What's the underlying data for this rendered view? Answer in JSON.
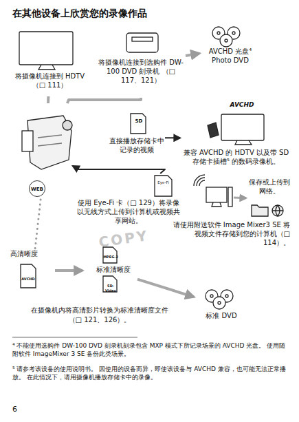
{
  "diagram": {
    "title": "在其他设备上欣赏您的录像作品",
    "nodes": [
      {
        "text": [
          "将摄像机连接到 HDTV（□ 111）"
        ]
      },
      {
        "text": [
          "将摄像机连接到选购件 DW-100 DVD 刻录机 （□ 117、121）"
        ]
      },
      {
        "text": [
          "AVCHD 光盘⁴ Photo DVD"
        ]
      },
      {
        "text": [
          "WEB"
        ]
      },
      {
        "text": [
          "SD",
          "直接播放存储卡中记录的视频"
        ]
      },
      {
        "text": [
          "AVCHD",
          "兼容 AVCHD 的 HDTV 以及带 SD 存储卡插槽⁵ 的数码录像机。"
        ]
      },
      {
        "text": [
          "Eye-Fi",
          "使用 Eye-Fi 卡（□ 129）将录像以无线方式上传到计算机或视频共享网站。"
        ]
      },
      {
        "text": [
          "请使用附送软件 Image Mixer3 SE 将视频文件存储到您的计算机（□ 114）。"
        ]
      },
      {
        "text": [
          "保存或上传到网络。"
        ]
      },
      {
        "text": [
          "高清晰度",
          "AVCHD"
        ]
      },
      {
        "text": [
          "MPEG-2",
          "标准清晰度",
          "SD-Video"
        ]
      },
      {
        "text": [
          "标准 DVD"
        ]
      }
    ],
    "edges": [
      {
        "from": 3,
        "to": 0,
        "arrow": "none"
      },
      {
        "from": 3,
        "to": 1,
        "arrow": "none"
      },
      {
        "from": 1,
        "to": 2,
        "arrow": "to"
      },
      {
        "from": 4,
        "to": 5,
        "arrow": "to"
      },
      {
        "from": 6,
        "to": 3,
        "arrow": "to"
      },
      {
        "from": 7,
        "to": 8,
        "arrow": "to"
      },
      {
        "from": 3,
        "to": 9,
        "arrow": "none"
      },
      {
        "from": 9,
        "to": 10,
        "arrow": "to"
      },
      {
        "from": 10,
        "to": 11,
        "arrow": "to"
      }
    ],
    "labels": [
      "在摄像机内将高清影片转换为标准清晰度文件 （□ 121、126）。",
      "⁴ 不能使用选购件 DW-100 DVD 刻录机刻录包含 MXP 模式下所记录场景的 AVCHD 光盘。 使用随附软件 ImageMixer 3 SE 备份此类场景。",
      "⁵ 请参考该设备的使用说明书。 因使用的设备而异，即使该设备与 AVCHD 兼容，也可能无法正常播放。 在此情况下，请用摄像机播放存储卡中的录像。",
      "6",
      "COPY"
    ]
  }
}
